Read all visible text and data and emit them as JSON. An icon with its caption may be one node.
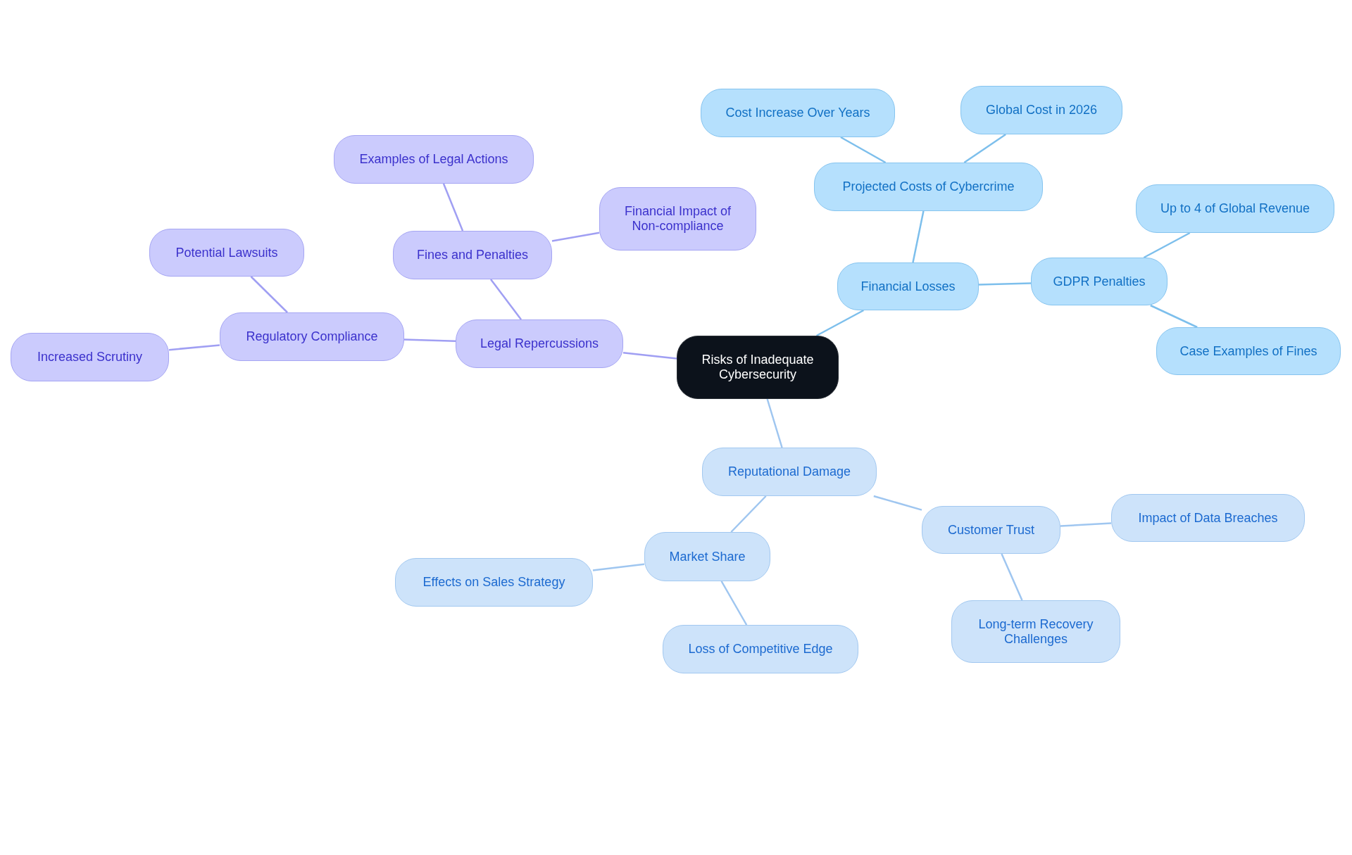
{
  "diagram": {
    "nodes": [
      {
        "text": [
          "Risks of Inadequate Cybersecurity"
        ]
      },
      {
        "text": [
          "Legal Repercussions"
        ]
      },
      {
        "text": [
          "Regulatory Compliance"
        ]
      },
      {
        "text": [
          "Potential Lawsuits"
        ]
      },
      {
        "text": [
          "Increased Scrutiny"
        ]
      },
      {
        "text": [
          "Fines and Penalties"
        ]
      },
      {
        "text": [
          "Examples of Legal Actions"
        ]
      },
      {
        "text": [
          "Financial Impact of Non-compliance"
        ]
      },
      {
        "text": [
          "Financial Losses"
        ]
      },
      {
        "text": [
          "Projected Costs of Cybercrime"
        ]
      },
      {
        "text": [
          "Cost Increase Over Years"
        ]
      },
      {
        "text": [
          "Global Cost in 2026"
        ]
      },
      {
        "text": [
          "GDPR Penalties"
        ]
      },
      {
        "text": [
          "Up to 4 of Global Revenue"
        ]
      },
      {
        "text": [
          "Case Examples of Fines"
        ]
      },
      {
        "text": [
          "Reputational Damage"
        ]
      },
      {
        "text": [
          "Market Share"
        ]
      },
      {
        "text": [
          "Effects on Sales Strategy"
        ]
      },
      {
        "text": [
          "Loss of Competitive Edge"
        ]
      },
      {
        "text": [
          "Customer Trust"
        ]
      },
      {
        "text": [
          "Impact of Data Breaches"
        ]
      },
      {
        "text": [
          "Long-term Recovery Challenges"
        ]
      }
    ],
    "edges": [
      {
        "from": 0,
        "to": 1,
        "arrow": "none",
        "color": "#a09ff3"
      },
      {
        "from": 1,
        "to": 2,
        "arrow": "none",
        "color": "#a09ff3"
      },
      {
        "from": 2,
        "to": 3,
        "arrow": "none",
        "color": "#a09ff3"
      },
      {
        "from": 2,
        "to": 4,
        "arrow": "none",
        "color": "#a09ff3"
      },
      {
        "from": 1,
        "to": 5,
        "arrow": "none",
        "color": "#a09ff3"
      },
      {
        "from": 5,
        "to": 6,
        "arrow": "none",
        "color": "#a09ff3"
      },
      {
        "from": 5,
        "to": 7,
        "arrow": "none",
        "color": "#a09ff3"
      },
      {
        "from": 0,
        "to": 8,
        "arrow": "none",
        "color": "#7dbfec"
      },
      {
        "from": 8,
        "to": 9,
        "arrow": "none",
        "color": "#7dbfec"
      },
      {
        "from": 9,
        "to": 10,
        "arrow": "none",
        "color": "#7dbfec"
      },
      {
        "from": 9,
        "to": 11,
        "arrow": "none",
        "color": "#7dbfec"
      },
      {
        "from": 8,
        "to": 12,
        "arrow": "none",
        "color": "#7dbfec"
      },
      {
        "from": 12,
        "to": 13,
        "arrow": "none",
        "color": "#7dbfec"
      },
      {
        "from": 12,
        "to": 14,
        "arrow": "none",
        "color": "#7dbfec"
      },
      {
        "from": 0,
        "to": 15,
        "arrow": "none",
        "color": "#9fc6f0"
      },
      {
        "from": 15,
        "to": 16,
        "arrow": "none",
        "color": "#9fc6f0"
      },
      {
        "from": 16,
        "to": 17,
        "arrow": "none",
        "color": "#9fc6f0"
      },
      {
        "from": 16,
        "to": 18,
        "arrow": "none",
        "color": "#9fc6f0"
      },
      {
        "from": 15,
        "to": 19,
        "arrow": "none",
        "color": "#9fc6f0"
      },
      {
        "from": 19,
        "to": 20,
        "arrow": "none",
        "color": "#9fc6f0"
      },
      {
        "from": 19,
        "to": 21,
        "arrow": "none",
        "color": "#9fc6f0"
      }
    ]
  }
}
